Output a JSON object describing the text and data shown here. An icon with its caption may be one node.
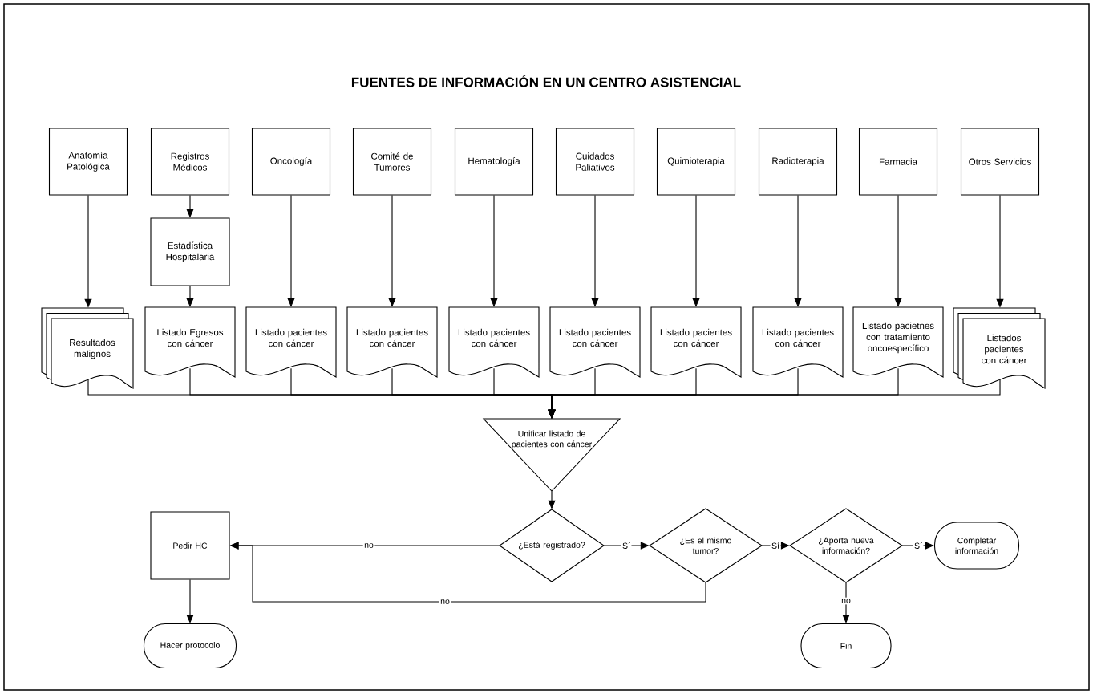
{
  "diagram": {
    "title": "FUENTES DE INFORMACIÓN EN UN CENTRO ASISTENCIAL",
    "nodes": [
      {
        "text": [
          "Anatomía Patológica"
        ]
      },
      {
        "text": [
          "Registros Médicos"
        ]
      },
      {
        "text": [
          "Oncología"
        ]
      },
      {
        "text": [
          "Comité de Tumores"
        ]
      },
      {
        "text": [
          "Hematología"
        ]
      },
      {
        "text": [
          "Cuidados Paliativos"
        ]
      },
      {
        "text": [
          "Quimioterapia"
        ]
      },
      {
        "text": [
          "Radioterapia"
        ]
      },
      {
        "text": [
          "Farmacia"
        ]
      },
      {
        "text": [
          "Otros Servicios"
        ]
      },
      {
        "text": [
          "Estadística Hospitalaria"
        ]
      },
      {
        "text": [
          "Resultados malignos"
        ]
      },
      {
        "text": [
          "Listado Egresos con cáncer"
        ]
      },
      {
        "text": [
          "Listado pacientes con cáncer"
        ]
      },
      {
        "text": [
          "Listado pacientes con cáncer"
        ]
      },
      {
        "text": [
          "Listado pacientes con cáncer"
        ]
      },
      {
        "text": [
          "Listado pacientes con cáncer"
        ]
      },
      {
        "text": [
          "Listado pacientes con cáncer"
        ]
      },
      {
        "text": [
          "Listado pacientes con cáncer"
        ]
      },
      {
        "text": [
          "Listado pacietnes con tratamiento oncoespecífico"
        ]
      },
      {
        "text": [
          "Listados pacientes con cáncer"
        ]
      },
      {
        "text": [
          "Unificar listado de pacientes con cáncer"
        ]
      },
      {
        "text": [
          "¿Está registrado?"
        ]
      },
      {
        "text": [
          "¿Es el mismo tumor?"
        ]
      },
      {
        "text": [
          "¿Aporta nueva información?"
        ]
      },
      {
        "text": [
          "Completar información"
        ]
      },
      {
        "text": [
          "Pedir HC"
        ]
      },
      {
        "text": [
          "Hacer protocolo"
        ]
      },
      {
        "text": [
          "Fin"
        ]
      }
    ],
    "edges": [
      {
        "from": 0,
        "to": 11,
        "arrow": "to"
      },
      {
        "from": 1,
        "to": 10,
        "arrow": "to"
      },
      {
        "from": 10,
        "to": 12,
        "arrow": "to"
      },
      {
        "from": 2,
        "to": 13,
        "arrow": "to"
      },
      {
        "from": 3,
        "to": 14,
        "arrow": "to"
      },
      {
        "from": 4,
        "to": 15,
        "arrow": "to"
      },
      {
        "from": 5,
        "to": 16,
        "arrow": "to"
      },
      {
        "from": 6,
        "to": 17,
        "arrow": "to"
      },
      {
        "from": 7,
        "to": 18,
        "arrow": "to"
      },
      {
        "from": 8,
        "to": 19,
        "arrow": "to"
      },
      {
        "from": 9,
        "to": 20,
        "arrow": "to"
      },
      {
        "from": 11,
        "to": 21,
        "arrow": "to"
      },
      {
        "from": 12,
        "to": 21,
        "arrow": "to"
      },
      {
        "from": 13,
        "to": 21,
        "arrow": "to"
      },
      {
        "from": 14,
        "to": 21,
        "arrow": "to"
      },
      {
        "from": 15,
        "to": 21,
        "arrow": "to"
      },
      {
        "from": 16,
        "to": 21,
        "arrow": "to"
      },
      {
        "from": 17,
        "to": 21,
        "arrow": "to"
      },
      {
        "from": 18,
        "to": 21,
        "arrow": "to"
      },
      {
        "from": 19,
        "to": 21,
        "arrow": "to"
      },
      {
        "from": 20,
        "to": 21,
        "arrow": "to"
      },
      {
        "from": 21,
        "to": 22,
        "arrow": "to"
      },
      {
        "from": 22,
        "to": 26,
        "arrow": "to",
        "label": "no"
      },
      {
        "from": 22,
        "to": 23,
        "arrow": "to",
        "label": "Sí"
      },
      {
        "from": 23,
        "to": 26,
        "arrow": "to",
        "label": "no"
      },
      {
        "from": 23,
        "to": 24,
        "arrow": "to",
        "label": "Sí"
      },
      {
        "from": 24,
        "to": 25,
        "arrow": "to",
        "label": "Sí"
      },
      {
        "from": 24,
        "to": 28,
        "arrow": "to",
        "label": "no"
      },
      {
        "from": 26,
        "to": 27,
        "arrow": "to"
      }
    ]
  }
}
